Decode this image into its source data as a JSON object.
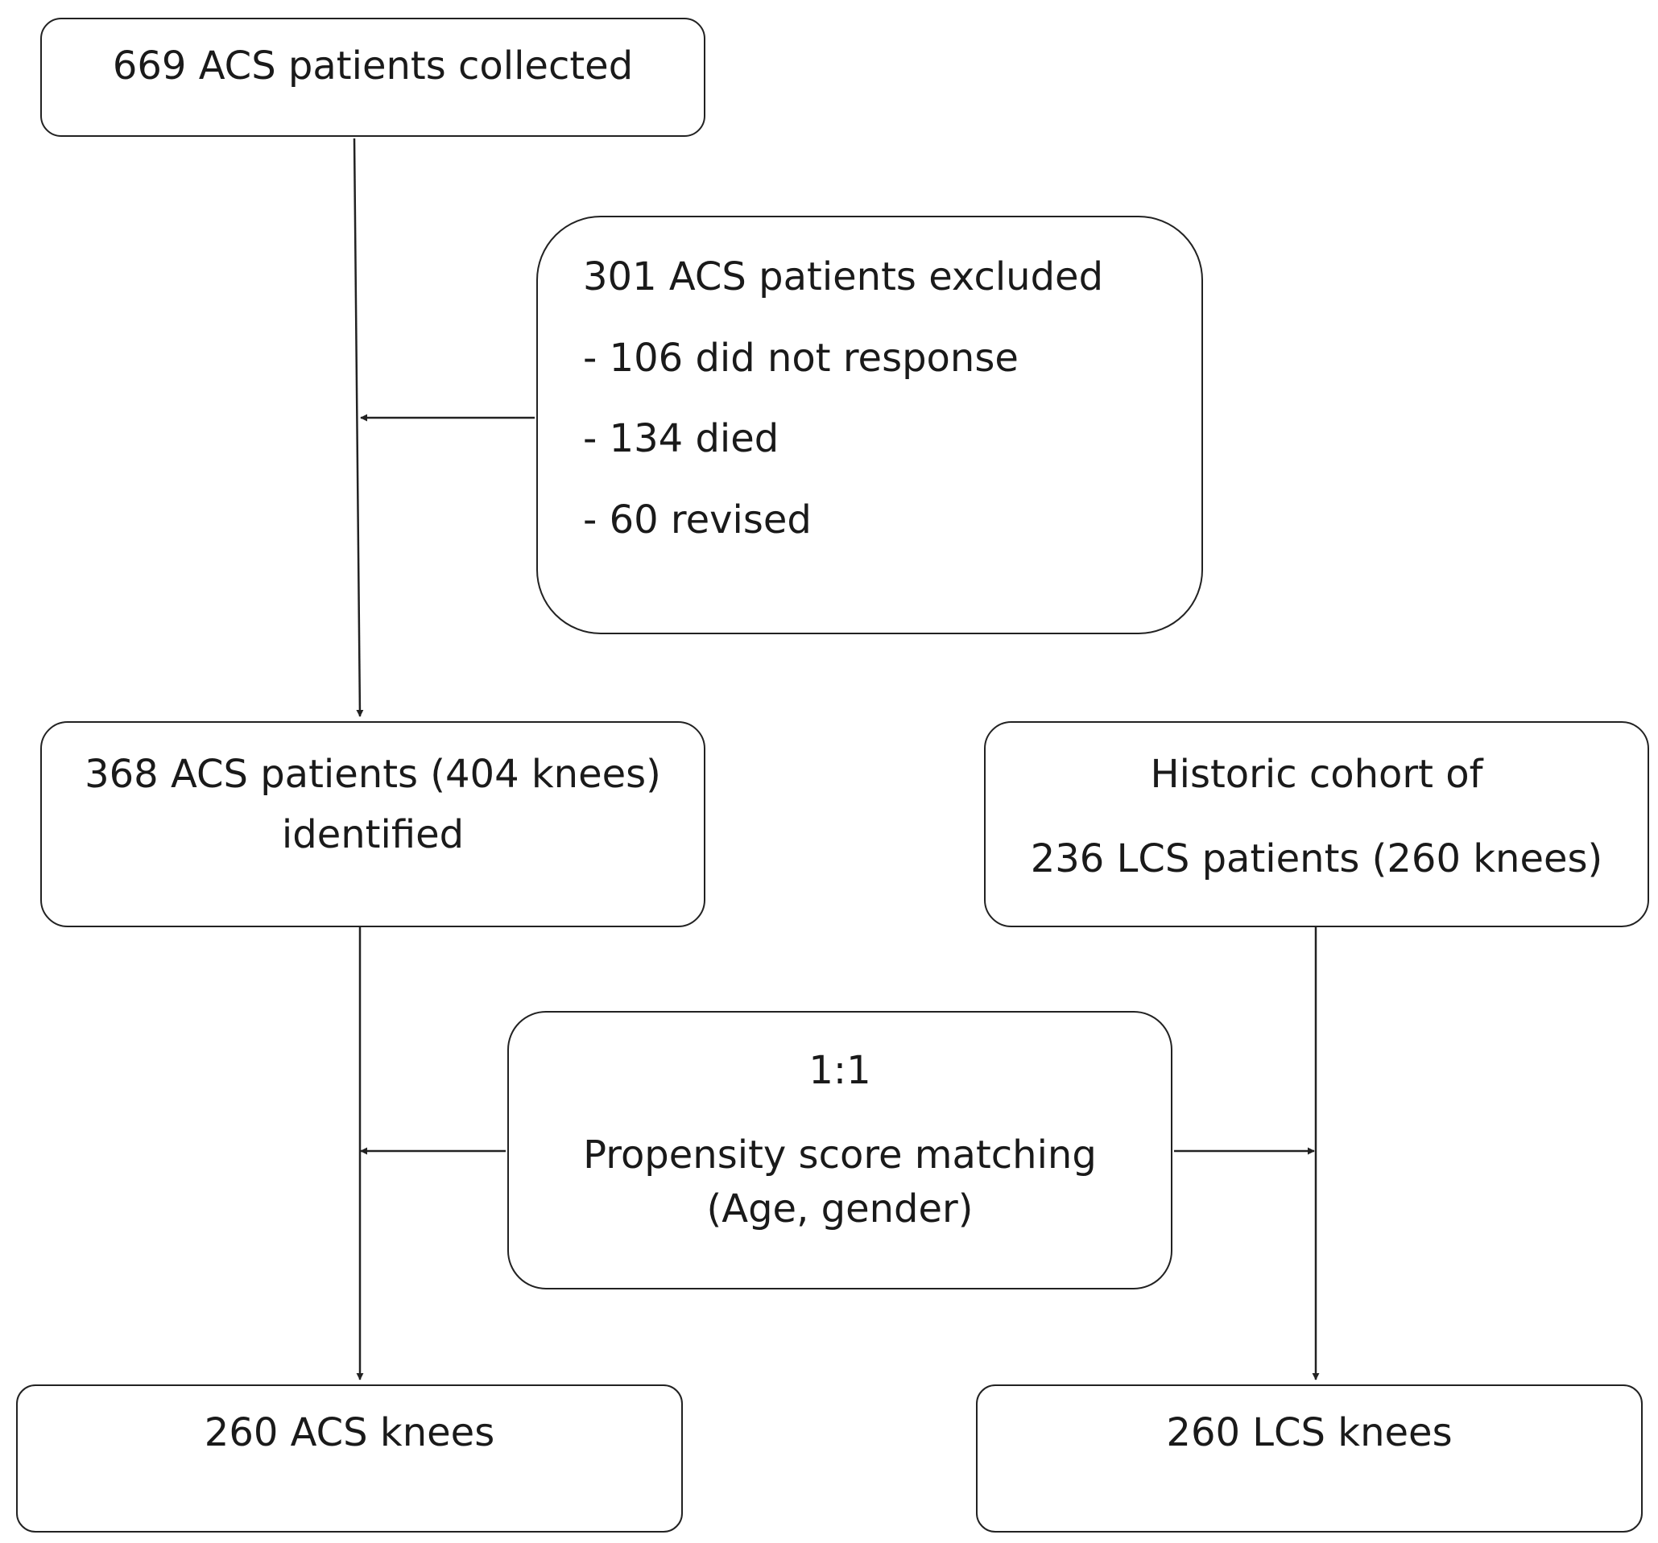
{
  "boxes": {
    "collected": {
      "lines": [
        "669 ACS patients collected"
      ]
    },
    "excluded": {
      "lines": [
        "301 ACS patients excluded",
        "- 106 did not response",
        "- 134 died",
        "- 60 revised"
      ]
    },
    "identified": {
      "lines": [
        "368 ACS patients (404 knees)",
        "identified"
      ]
    },
    "historic": {
      "lines": [
        "Historic cohort of",
        "236 LCS patients (260 knees)"
      ]
    },
    "matching": {
      "lines": [
        "1:1",
        "Propensity score matching",
        "(Age, gender)"
      ]
    },
    "acs_knees": {
      "lines": [
        "260 ACS knees"
      ]
    },
    "lcs_knees": {
      "lines": [
        "260 LCS knees"
      ]
    }
  },
  "colors": {
    "stroke": "#222222",
    "text": "#1a1a1a",
    "background": "#ffffff"
  }
}
